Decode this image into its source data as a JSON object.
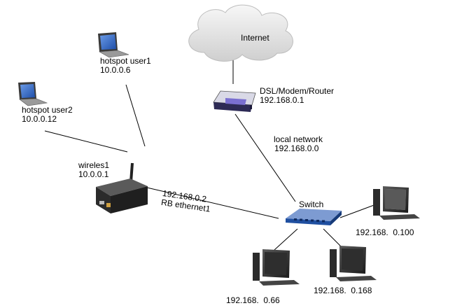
{
  "nodes": {
    "internet": {
      "label": "Internet",
      "icon": "cloud-icon"
    },
    "router": {
      "name": "DSL/Modem/Router",
      "ip": "192.168.0.1",
      "icon": "router-icon"
    },
    "local_network": {
      "name": "local network",
      "ip": "192.168.0.0"
    },
    "hotspot_user1": {
      "name": "hotspot user1",
      "ip": "10.0.0.6",
      "icon": "laptop-icon"
    },
    "hotspot_user2": {
      "name": "hotspot user2",
      "ip": "10.0.0.12",
      "icon": "laptop-icon"
    },
    "wireless1": {
      "name": "wireles1",
      "ip": "10.0.0.1",
      "icon": "wireless-router-icon"
    },
    "rb_link": {
      "ip": "192.168.0.2",
      "name": "RB ethernet1"
    },
    "switch": {
      "name": "Switch",
      "icon": "switch-icon"
    },
    "pc_100": {
      "ip": "192.168.  0.100",
      "icon": "desktop-computer-icon"
    },
    "pc_66": {
      "ip": "192.168.  0.66",
      "icon": "desktop-computer-icon"
    },
    "pc_168": {
      "ip": "192.168.  0.168",
      "icon": "desktop-computer-icon"
    }
  },
  "colors": {
    "line": "#000000",
    "cloud": "#e6e6e6",
    "device_dark": "#2a2a2a",
    "switch_blue": "#2f63b5",
    "router_purple": "#4a3f8a",
    "screen_blue": "#3a6fd0"
  }
}
